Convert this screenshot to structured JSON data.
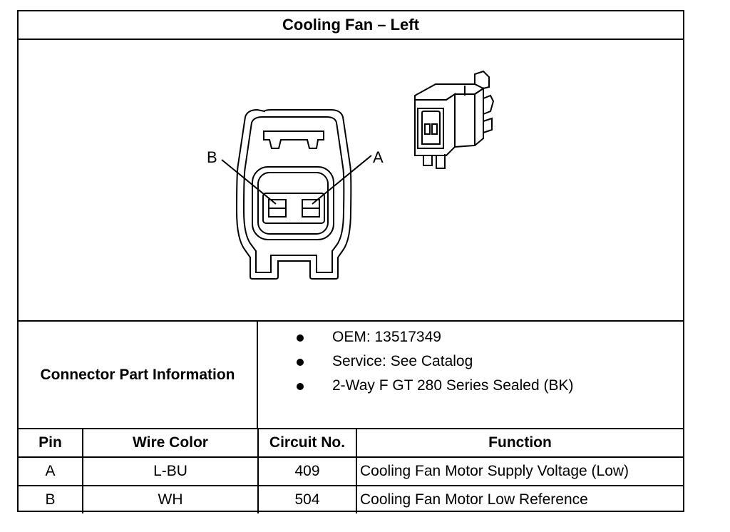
{
  "title": "Cooling Fan – Left",
  "diagram": {
    "pin_label_b": "B",
    "pin_label_a": "A"
  },
  "connector_info": {
    "label": "Connector Part Information",
    "items": [
      "OEM: 13517349",
      "Service: See Catalog",
      "2-Way F GT 280 Series Sealed (BK)"
    ]
  },
  "pin_table": {
    "headers": [
      "Pin",
      "Wire Color",
      "Circuit No.",
      "Function"
    ],
    "rows": [
      [
        "A",
        "L-BU",
        "409",
        "Cooling Fan Motor Supply Voltage (Low)"
      ],
      [
        "B",
        "WH",
        "504",
        "Cooling Fan Motor Low Reference"
      ]
    ]
  }
}
